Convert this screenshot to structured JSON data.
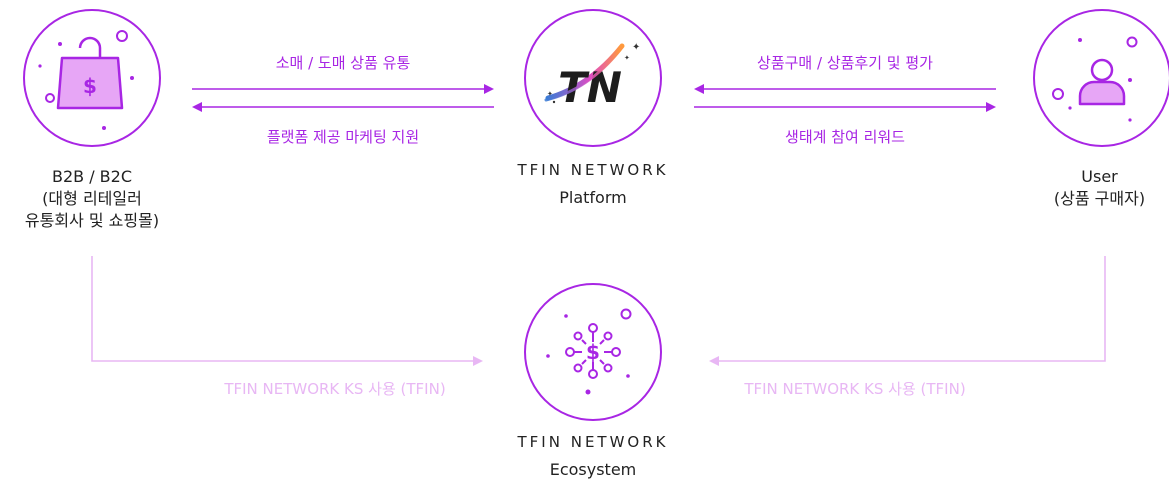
{
  "colors": {
    "primary": "#a826e4",
    "light": "#e8b7f4",
    "iconFill": "#e7a6f6",
    "text": "#222222"
  },
  "nodes": {
    "b2b": {
      "line1": "B2B / B2C",
      "line2": "(대형 리테일러",
      "line3": "유통회사 및 쇼핑몰)",
      "icon": "shopping-bag-dollar-icon"
    },
    "platform": {
      "brand": "TFIN NETWORK",
      "sub": "Platform",
      "logo": "TN"
    },
    "user": {
      "line1": "User",
      "line2": "(상품 구매자)",
      "icon": "user-icon"
    },
    "ecosystem": {
      "brand": "TFIN NETWORK",
      "sub": "Ecosystem",
      "icon": "dollar-network-icon"
    }
  },
  "flows": {
    "b2b_to_platform": "소매 / 도매 상품 유통",
    "platform_to_b2b": "플랫폼 제공 마케팅 지원",
    "user_to_platform": "상품구매 / 상품후기 및 평가",
    "platform_to_user": "생태계 참여 리워드",
    "b2b_to_eco": "TFIN NETWORK KS 사용 (TFIN)",
    "user_to_eco": "TFIN NETWORK KS 사용 (TFIN)"
  }
}
